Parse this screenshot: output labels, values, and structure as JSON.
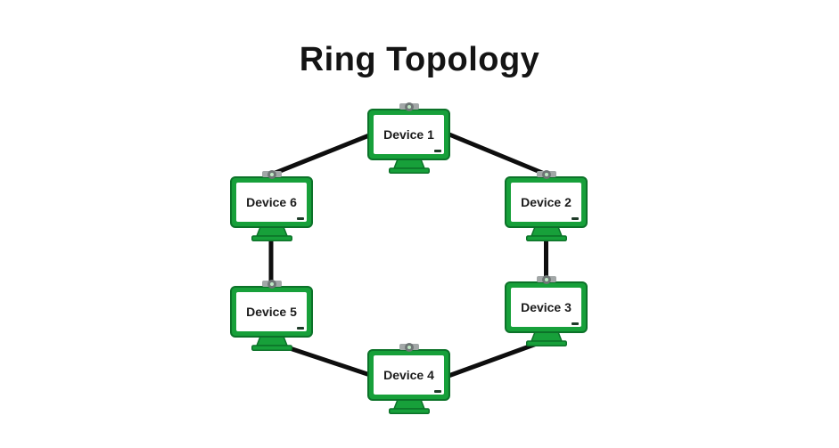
{
  "title": "Ring Topology",
  "diagram": {
    "devices": [
      {
        "id": "device-1",
        "label": "Device 1"
      },
      {
        "id": "device-2",
        "label": "Device 2"
      },
      {
        "id": "device-3",
        "label": "Device 3"
      },
      {
        "id": "device-4",
        "label": "Device 4"
      },
      {
        "id": "device-5",
        "label": "Device 5"
      },
      {
        "id": "device-6",
        "label": "Device 6"
      }
    ],
    "connections": [
      {
        "from": "device-1",
        "to": "device-2"
      },
      {
        "from": "device-2",
        "to": "device-3"
      },
      {
        "from": "device-3",
        "to": "device-4"
      },
      {
        "from": "device-4",
        "to": "device-5"
      },
      {
        "from": "device-5",
        "to": "device-6"
      },
      {
        "from": "device-6",
        "to": "device-1"
      }
    ],
    "colors": {
      "monitor_green": "#17a03a",
      "monitor_green_dark": "#0c7229",
      "screen_white": "#ffffff",
      "link_black": "#0e0e0e",
      "label_black": "#1b1b1b",
      "webcam_gray": "#a2a7a7",
      "webcam_lens_dark": "#6e7575",
      "webcam_led_green": "#bfe8c4",
      "title_black": "#141414"
    }
  }
}
